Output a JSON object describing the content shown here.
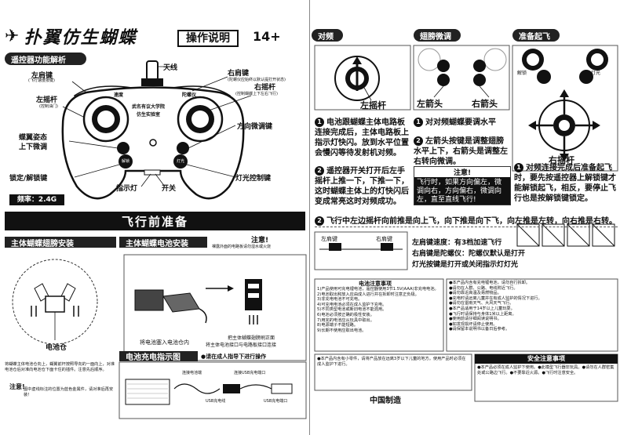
{
  "left": {
    "brand": "扑翼仿生蝴蝶",
    "manual_label": "操作说明",
    "age": "14+",
    "remote_title": "遥控器功能解析",
    "labels": {
      "antenna": "天线",
      "right_shoulder": "右肩键",
      "right_shoulder_note": "(陀螺仪应始终以默认提打开状态)",
      "left_shoulder": "左肩键",
      "left_shoulder_note": "(飞行速度按键)",
      "right_stick": "右摇杆",
      "right_stick_note": "(控制蝴蝶上下左右飞行)",
      "left_stick": "左摇杆",
      "left_stick_note": "(控制油门)",
      "trim_yaw": "方向微调键",
      "trim_pitch_1": "蝶翼姿态",
      "trim_pitch_2": "上下微调",
      "lock": "锁定/解锁键",
      "light": "灯光控制键",
      "indicator": "指示灯",
      "switch": "开关",
      "freq": "频率：2.4G",
      "speed": "速度",
      "gyro": "陀螺仪",
      "lock_btn": "解锁",
      "light_btn": "灯光",
      "center_1": "武名有议大学院",
      "center_2": "仿生实验室"
    },
    "prep_title": "飞行前准备",
    "wing_title": "主体蝴蝶翅膀安装",
    "battery_title": "主体蝴蝶电池安装",
    "notice_label": "注意!",
    "battery_notice": "裸露外面的电路板请勿湿水或火烧",
    "battery_cap1": "将电池塞入电池仓内",
    "battery_cap2": "把主体蝴蝶翅膀刷正面",
    "battery_cap3": "将主体电池接口与电路板接口连接",
    "battery_bay": "电池仓",
    "wing_note": "将蝴蝶主体电池仓向上，蝴翼前杆按照导向的一面向上，对准电池仓后对准向电池仓下面卡住的插件。注意先后顺序。",
    "wing_tip": "图中虚线标注的位置为蓝色金属件，请对准后再安装！",
    "charge_title": "电池充电指示图",
    "charge_warning": "●请在成人指导下进行操作",
    "usb_label1": "连接电池端",
    "usb_label2": "连接USB充电端口",
    "usb_label3": "USB充电线",
    "usb_label4": "USB充电端口"
  },
  "right": {
    "freq_title": "对频",
    "trim_title": "翅膀微调",
    "takeoff_title": "准备起飞",
    "left_stick": "左摇杆",
    "left_arrow_key": "左箭头",
    "right_arrow_key": "右箭头",
    "right_stick": "右摇杆",
    "lock_btn": "解锁",
    "light_btn": "灯光",
    "freq_steps": [
      "电池跟蝴蝶主体电路板连接完成后，主体电路板上指示灯快闪。放到水平位置会慢闪等待发射机对频。",
      "遥控器开关打开后左手摇杆上推一下，下推一下，这时蝴蝶主体上的灯快闪后变成常亮这时对频成功。"
    ],
    "trim_steps": [
      "对对频蝴蝶要调水平",
      "左箭头按键是调整翅膀水平上下，右箭头是调整左右转向微调。"
    ],
    "trim_notice_title": "注意!",
    "trim_notice": "飞行时，如果方向偏左，微调向右，方向偏右，微调向左，直至直线飞行!",
    "takeoff_step": "对频连接完成后准备起飞时，要先按遥控器上解锁键才能解锁起飞，相反，要停止飞行也是按解锁键锁定。",
    "step3": "飞行中左边摇杆向前推是向上飞，向下推是向下飞，向左推是左转，向右推是右转。",
    "shoulder_left": "左肩键",
    "shoulder_right": "右肩键",
    "speed_line1": "左肩键速度：有3档加速飞行",
    "speed_line2": "右肩键是陀螺仪：陀螺仪默认是打开",
    "speed_line3": "灯光按键是打开或关闭指示灯灯光",
    "battery_notes_title": "电池注意事项",
    "battery_notes": [
      "1)产品使用可充电锂电池，遥控器使用3节1.5V(AAA)非充电电池。",
      "2)电池取出和放入应由成人进行并在拆卸时注意正负极。",
      "3)非充电电池不可充电。",
      "4)可充电电池必须在成人监护下充电。",
      "5)不同类型电池或新旧电池不能混用。",
      "6)电池必须按正确的极性安装。",
      "7)用完的电池应从玩具中取出。",
      "8)电源端子不能短路。",
      "9)长期不使用应取出电池。"
    ],
    "product_notes": [
      "●本产品内含有充电锂电池，请勿自行拆卸。",
      "●请勿在人群、公路、电线附近飞行。",
      "●请勿靠近高温及易燃物品。",
      "●充电时请远离儿童并在有成人监护的情况下进行。",
      "●请勿在雷雨天气、大风天气飞行。",
      "●本产品适用于14岁以上儿童玩耍。",
      "●飞行时请保持与身体1米以上距离。",
      "●使用前请仔细阅读说明书。",
      "●如发现损坏请停止使用。",
      "●请保留本说明书以备日后参考。"
    ],
    "small_notes": "●本产品内含有小零件，请将产品放在远离3岁以下儿童的地方。使用产品时必须在成人监护下进行。",
    "origin": "中国制造",
    "safety_title": "安全注意事项",
    "safety_text": "●本产品必须在成人监护下使用。●此模型飞行器非玩具。●请勿在人群密集处或公路边飞行。●不要靠近火源。●飞行时注意安全。"
  }
}
